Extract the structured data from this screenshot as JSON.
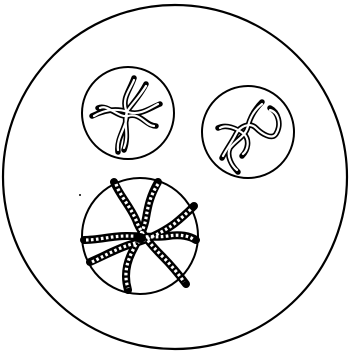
{
  "diagram": {
    "description_hidden": "",
    "colors": {
      "background": "#ffffff",
      "stroke": "#000000"
    },
    "cells": [
      {
        "id": "top-left",
        "kind": "plain-strands"
      },
      {
        "id": "top-right",
        "kind": "plain-strands"
      },
      {
        "id": "bottom",
        "kind": "banded-strands"
      }
    ]
  }
}
